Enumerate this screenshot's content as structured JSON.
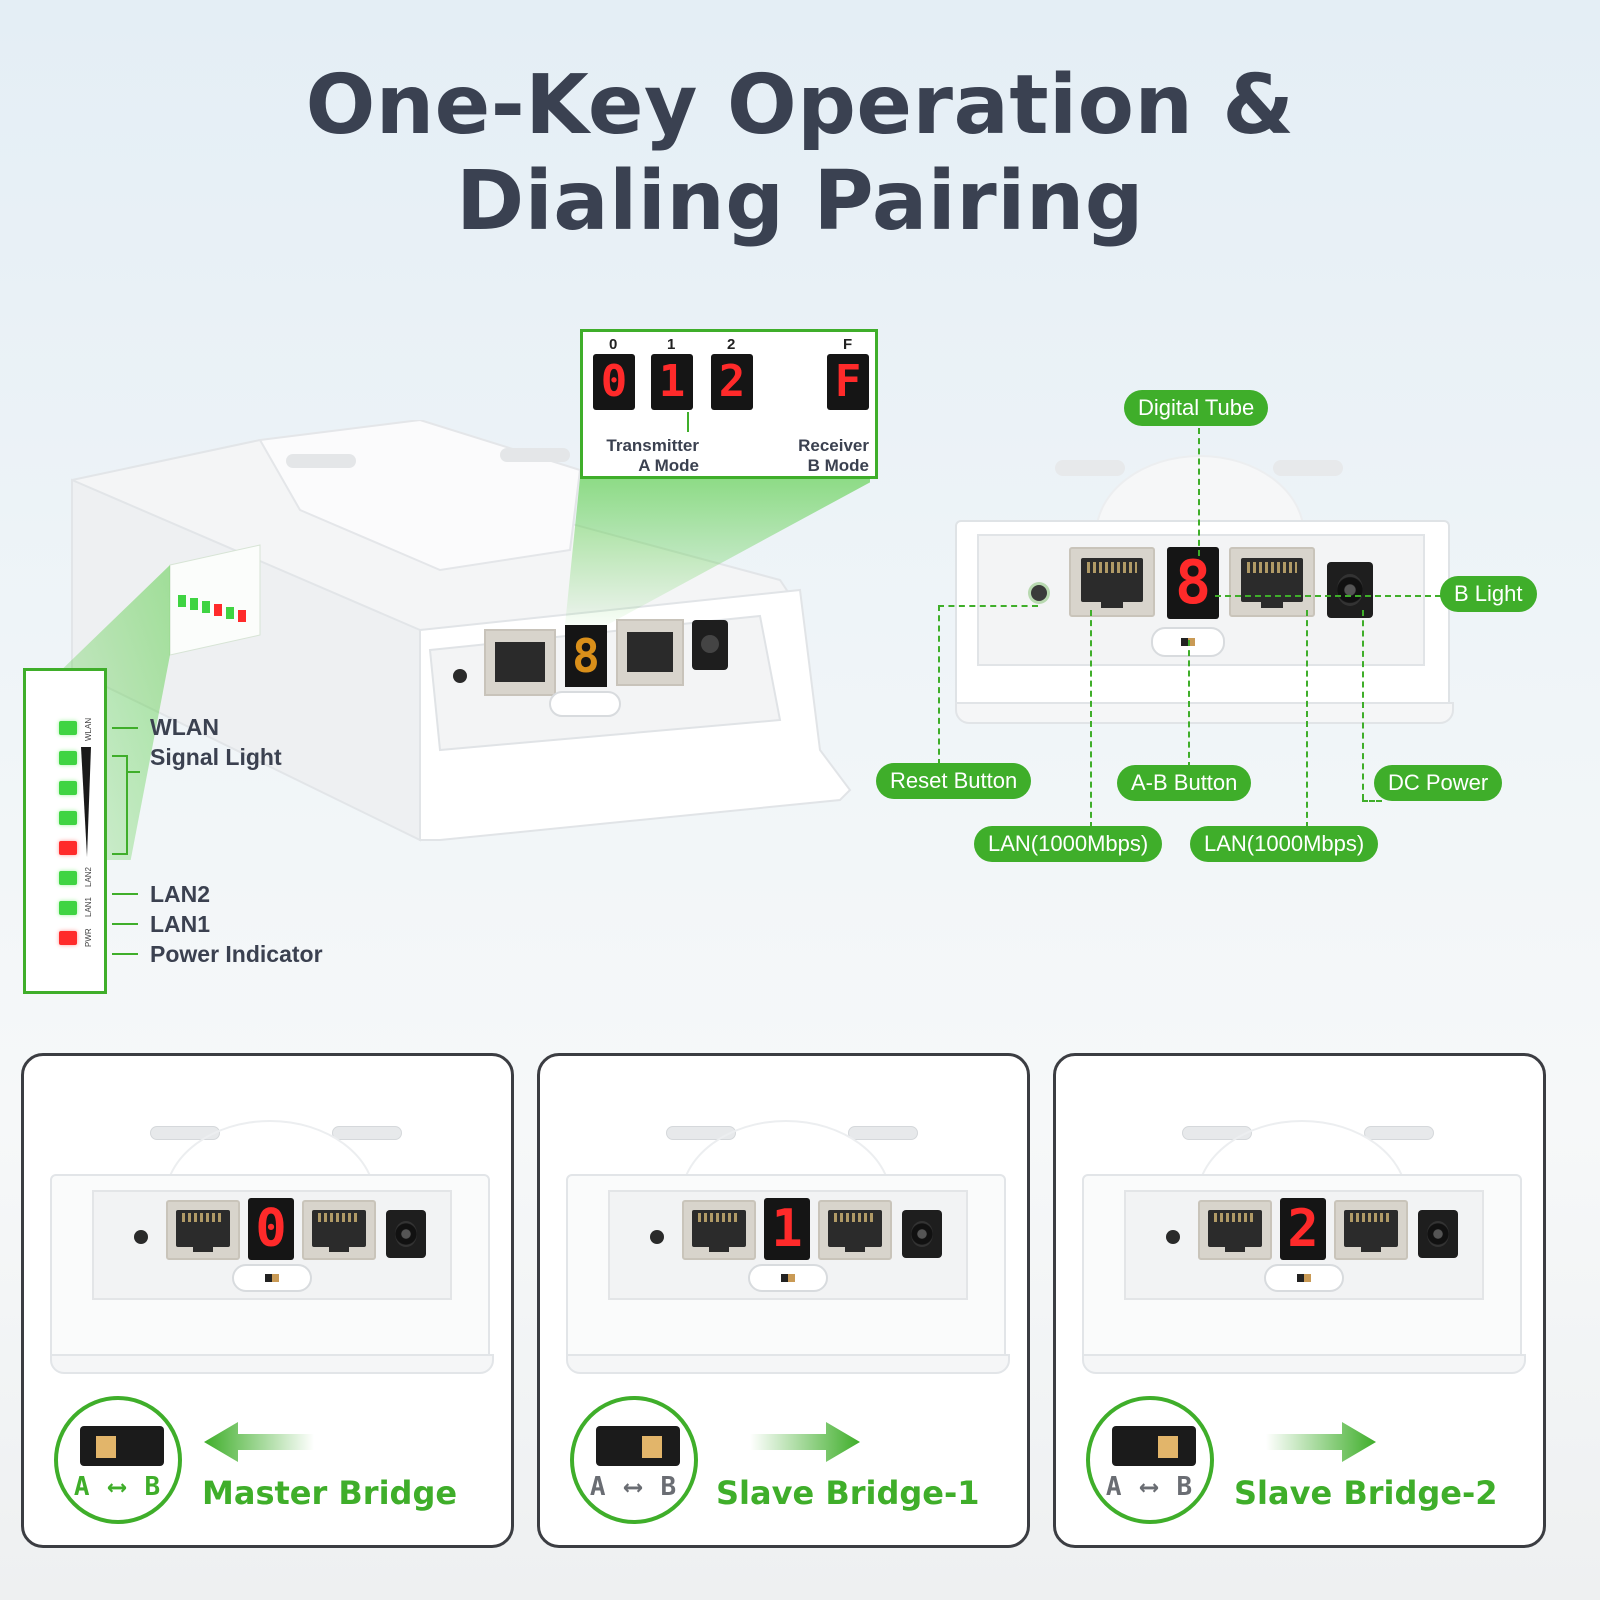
{
  "title": {
    "line1": "One-Key Operation &",
    "line2": "Dialing Pairing"
  },
  "led_panel": {
    "side_labels": [
      "WLAN",
      "LAN2",
      "LAN1",
      "PWR"
    ],
    "labels": {
      "wlan": "WLAN",
      "signal": "Signal Light",
      "lan2": "LAN2",
      "lan1": "LAN1",
      "power": "Power Indicator"
    },
    "led_colors": [
      "green",
      "green",
      "green",
      "green",
      "red",
      "green",
      "green",
      "red"
    ]
  },
  "mode_box": {
    "positions": [
      "0",
      "1",
      "2",
      "F"
    ],
    "transmitter": "Transmitter",
    "transmitter_mode": "A Mode",
    "receiver": "Receiver",
    "receiver_mode": "B Mode"
  },
  "callouts": {
    "digital_tube": "Digital Tube",
    "b_light": "B Light",
    "reset_button": "Reset Button",
    "ab_button": "A-B Button",
    "dc_power": "DC Power",
    "lan_left": "LAN(1000Mbps)",
    "lan_right": "LAN(1000Mbps)"
  },
  "cards": [
    {
      "title": "Master Bridge",
      "switch": "A ⟷ B",
      "switch_position": "A",
      "direction": "left"
    },
    {
      "title": "Slave Bridge-1",
      "switch": "A ⟷ B",
      "switch_position": "B",
      "direction": "right"
    },
    {
      "title": "Slave Bridge-2",
      "switch": "A ⟷ B",
      "switch_position": "B",
      "direction": "right"
    }
  ],
  "colors": {
    "accent_green": "#3fae2a",
    "segment_red": "#ff2a2a",
    "title_text": "#3a4151"
  }
}
